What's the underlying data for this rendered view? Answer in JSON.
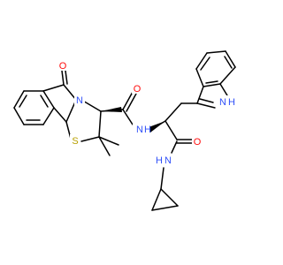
{
  "colors": {
    "bond": "#000000",
    "oxygen": "#ff0d0d",
    "nitrogen": "#3050f8",
    "sulfur": "#b8a000",
    "background": "#ffffff"
  },
  "atoms": [
    {
      "id": "o-lactam",
      "element": "O",
      "label": "O"
    },
    {
      "id": "n-ring",
      "element": "N",
      "label": "N"
    },
    {
      "id": "s-ring",
      "element": "S",
      "label": "S"
    },
    {
      "id": "o-amide1",
      "element": "O",
      "label": "O"
    },
    {
      "id": "n-amide1",
      "element": "N",
      "label": "N",
      "sub": "H"
    },
    {
      "id": "n-indole",
      "element": "N",
      "label": "N",
      "sub": "H"
    },
    {
      "id": "o-amide2",
      "element": "O",
      "label": "O"
    },
    {
      "id": "n-amide2",
      "element": "N",
      "label": "H",
      "sub": "N"
    }
  ]
}
